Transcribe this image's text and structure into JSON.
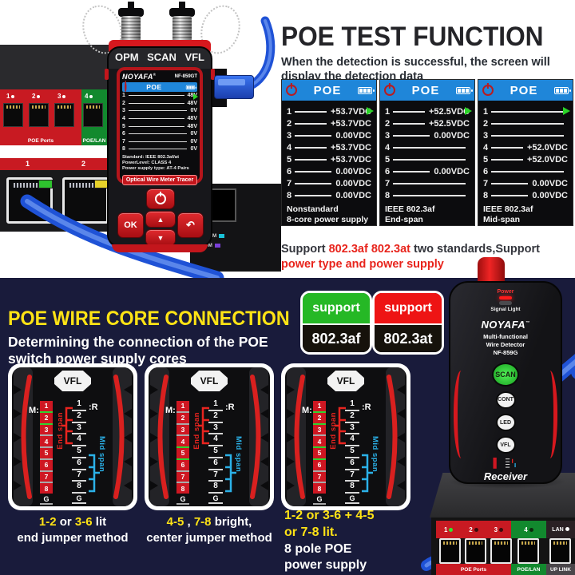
{
  "colors": {
    "accent_red": "#d6181e",
    "screen_blue": "#1f86d9",
    "navy_bg": "#191b3b",
    "yellow": "#ffe315",
    "badge_green": "#25b825",
    "badge_red": "#ee1414",
    "arrow_green": "#2bd428"
  },
  "top": {
    "title": "POE TEST FUNCTION",
    "subtitle": "When the detection is successful, the screen will display the detection data",
    "support_segments": [
      {
        "t": "Support ",
        "red": false
      },
      {
        "t": "802.3af 802.3at",
        "red": true
      },
      {
        "t": " two standards,Support ",
        "red": false
      },
      {
        "t": "power type and power supply",
        "red": true
      }
    ],
    "screens": [
      {
        "header": "POE",
        "footer1": "Nonstandard",
        "footer2": "8-core power supply",
        "rows": [
          [
            "1",
            "+53.7VDC"
          ],
          [
            "2",
            "+53.7VDC"
          ],
          [
            "3",
            "0.00VDC"
          ],
          [
            "4",
            "+53.7VDC"
          ],
          [
            "5",
            "+53.7VDC"
          ],
          [
            "6",
            "0.00VDC"
          ],
          [
            "7",
            "0.00VDC"
          ],
          [
            "8",
            "0.00VDC"
          ]
        ]
      },
      {
        "header": "POE",
        "footer1": "IEEE 802.3af",
        "footer2": "End-span",
        "rows": [
          [
            "1",
            "+52.5VDC"
          ],
          [
            "2",
            "+52.5VDC"
          ],
          [
            "3",
            "0.00VDC"
          ],
          [
            "4",
            ""
          ],
          [
            "5",
            ""
          ],
          [
            "6",
            "0.00VDC"
          ],
          [
            "7",
            ""
          ],
          [
            "8",
            ""
          ]
        ]
      },
      {
        "header": "POE",
        "footer1": "IEEE 802.3af",
        "footer2": "Mid-span",
        "rows": [
          [
            "1",
            ""
          ],
          [
            "2",
            ""
          ],
          [
            "3",
            ""
          ],
          [
            "4",
            "+52.0VDC"
          ],
          [
            "5",
            "+52.0VDC"
          ],
          [
            "6",
            ""
          ],
          [
            "7",
            "0.00VDC"
          ],
          [
            "8",
            "0.00VDC"
          ]
        ]
      }
    ]
  },
  "device": {
    "mode_labels": [
      "OPM",
      "SCAN",
      "VFL"
    ],
    "brand": "NOYAFA",
    "brand_sup": "®",
    "model": "NF-859GT",
    "screen_header": "POE",
    "rows": [
      [
        "1",
        "48V"
      ],
      [
        "2",
        "48V"
      ],
      [
        "3",
        "0V"
      ],
      [
        "4",
        "48V"
      ],
      [
        "5",
        "48V"
      ],
      [
        "6",
        "0V"
      ],
      [
        "7",
        "0V"
      ],
      [
        "8",
        "0V"
      ]
    ],
    "info_lines": [
      "Standard: IEEE 802.3af/at",
      "PowerLevel: CLASS 4",
      "Power supply type: AT-4 Pairs"
    ],
    "tracer_label": "Optical Wire Meter Tracer",
    "ok_label": "OK"
  },
  "switches": {
    "top_left": {
      "port_numbers": [
        "1",
        "2",
        "3",
        "4"
      ],
      "poe_label": "POE Ports",
      "poelan_label": "POE/LAN"
    },
    "mid_left": {
      "port_numbers": [
        "1",
        "2"
      ]
    },
    "behind_device": {
      "speed_labels": [
        "10/100M",
        "1000M"
      ]
    },
    "bottom_right": {
      "port_numbers": [
        "1",
        "2",
        "3",
        "4"
      ],
      "lan_label": "LAN",
      "poe_label": "POE Ports",
      "poelan_label": "POE/LAN",
      "uplink_label": "UP LINK"
    }
  },
  "bottom": {
    "heading": "POE WIRE CORE CONNECTION",
    "subheading": "Determining the connection of the POE switch power supply cores",
    "badges": [
      {
        "top": "support",
        "bottom": "802.3af"
      },
      {
        "top": "support",
        "bottom": "802.3at"
      }
    ],
    "pins": [
      "1",
      "2",
      "3",
      "4",
      "5",
      "6",
      "7",
      "8"
    ],
    "diagram_labels": {
      "vfl": "VFL",
      "m": "M:",
      "r": ":R",
      "g": "G",
      "end_span": "End span",
      "mid_span": "Mid span"
    },
    "diagrams": [
      {
        "green_after": [
          1,
          2
        ]
      },
      {
        "green_after": [
          4,
          5
        ]
      },
      {
        "green_after": [
          1,
          2,
          4,
          5
        ]
      }
    ],
    "captions": [
      {
        "align": "center",
        "lines": [
          [
            {
              "t": "1-2",
              "hl": true
            },
            {
              "t": " or ",
              "hl": false
            },
            {
              "t": "3-6",
              "hl": true
            },
            {
              "t": " lit",
              "hl": false
            }
          ],
          [
            {
              "t": "end jumper method",
              "hl": false
            }
          ]
        ]
      },
      {
        "align": "center",
        "lines": [
          [
            {
              "t": "4-5",
              "hl": true
            },
            {
              "t": " , ",
              "hl": false
            },
            {
              "t": "7-8",
              "hl": true
            },
            {
              "t": " bright,",
              "hl": false
            }
          ],
          [
            {
              "t": "center jumper method",
              "hl": false
            }
          ]
        ]
      },
      {
        "align": "left",
        "lines": [
          [
            {
              "t": "1-2 or 3-6 + 4-5",
              "hl": true
            }
          ],
          [
            {
              "t": "or 7-8 lit.",
              "hl": true
            }
          ],
          [
            {
              "t": "8 pole POE",
              "hl": false
            }
          ],
          [
            {
              "t": "power supply",
              "hl": false
            }
          ]
        ]
      }
    ]
  },
  "receiver": {
    "power_label": "Power",
    "signal_label": "Signal Light",
    "brand": "NOYAFA",
    "brand_sup": "™",
    "desc_lines": [
      "Multi-functional",
      "Wire Detector",
      "NF-859G"
    ],
    "buttons": [
      "SCAN",
      "CONT",
      "LED",
      "VFL"
    ],
    "name": "Receiver"
  }
}
